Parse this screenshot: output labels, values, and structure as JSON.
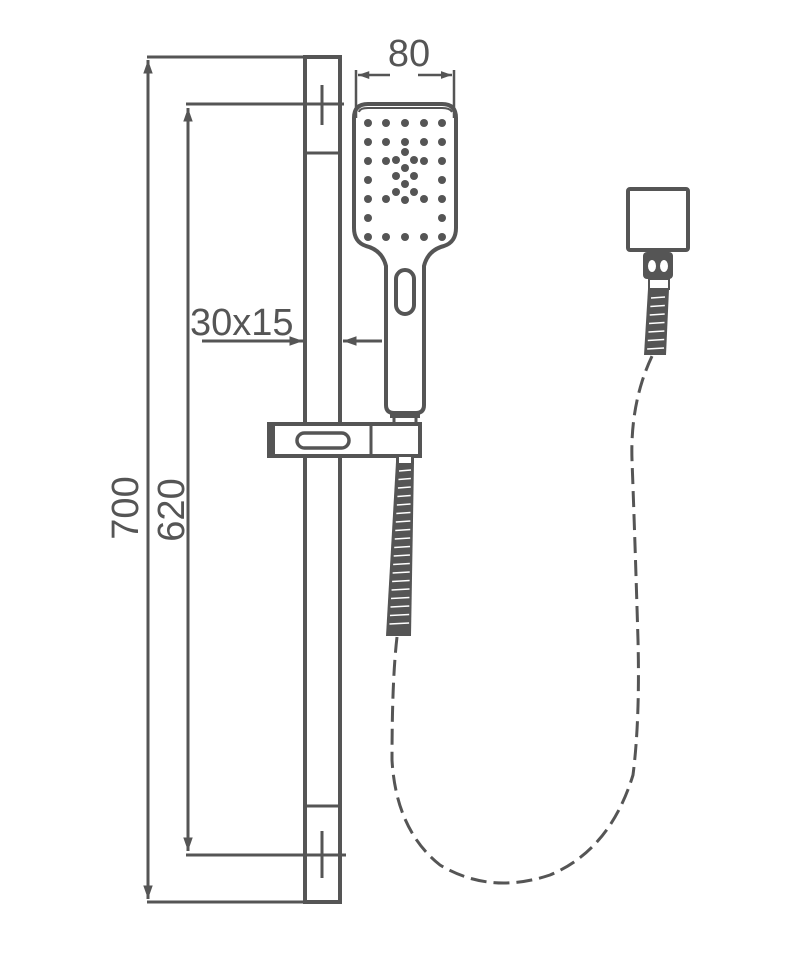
{
  "drawing": {
    "title": "Shower slide rail set dimension drawing",
    "line_color": "#555555",
    "background_color": "#ffffff"
  },
  "dimensions": {
    "head_width": "80",
    "rail_section": "30x15",
    "overall_length": "700",
    "bracket_spacing": "620"
  },
  "components": [
    {
      "name": "slide-rail"
    },
    {
      "name": "hand-shower"
    },
    {
      "name": "sliding-holder"
    },
    {
      "name": "shower-hose"
    },
    {
      "name": "wall-outlet-elbow"
    }
  ]
}
